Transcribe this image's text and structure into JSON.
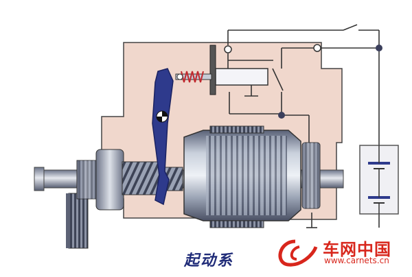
{
  "diagram": {
    "caption": "起动系",
    "watermark": {
      "brand": "车网中国",
      "url": "www.carnets.cn"
    },
    "colors": {
      "housing": "#f0d7cc",
      "outline": "#333333",
      "lever": "#2e3a8c",
      "metal": "#9aa4b8",
      "wire": "#333333",
      "logo": "#d8261c",
      "caption": "#1f2b78"
    }
  }
}
